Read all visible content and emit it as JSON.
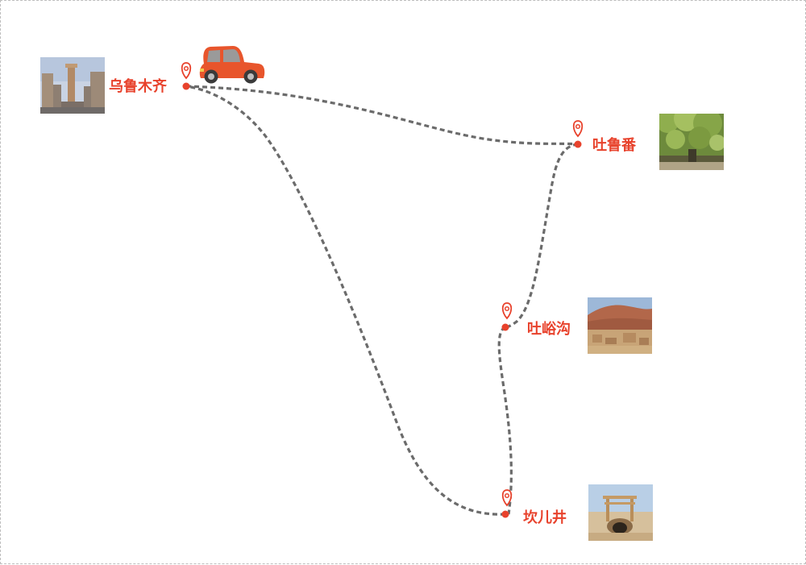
{
  "map": {
    "type": "travel-route",
    "line_color": "#6b6b6b",
    "accent_color": "#e8422c",
    "vehicle_icon": "car-icon",
    "marker_icon": "map-pin-icon",
    "cities": [
      {
        "id": "urumqi",
        "name": "乌鲁木齐",
        "photo": "urumqi-photo"
      },
      {
        "id": "turpan",
        "name": "吐鲁番",
        "photo": "turpan-photo"
      },
      {
        "id": "tuyugou",
        "name": "吐峪沟",
        "photo": "tuyugou-photo"
      },
      {
        "id": "karez",
        "name": "坎儿井",
        "photo": "karez-photo"
      }
    ],
    "routes": [
      {
        "from": "urumqi",
        "to": "turpan"
      },
      {
        "from": "turpan",
        "to": "tuyugou"
      },
      {
        "from": "tuyugou",
        "to": "karez"
      },
      {
        "from": "karez",
        "to": "urumqi"
      }
    ]
  }
}
